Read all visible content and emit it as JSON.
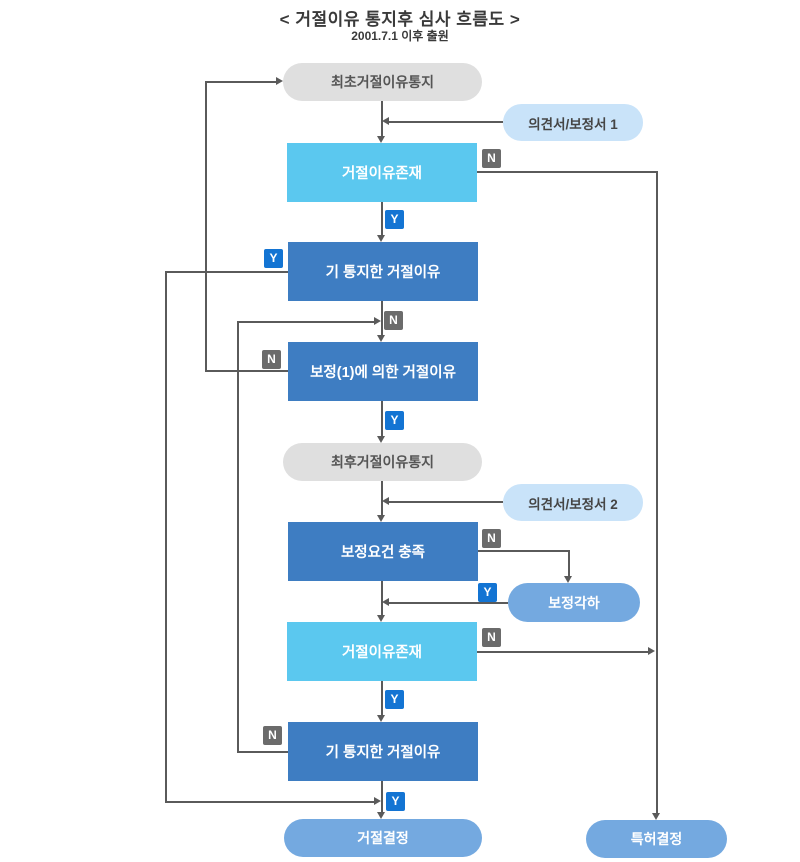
{
  "title": "< 거절이유 통지후 심사 흐름도 >",
  "subtitle": "2001.7.1 이후 출원",
  "decision_labels": {
    "yes": "Y",
    "no": "N"
  },
  "nodes": {
    "initial_notice": "최초거절이유통지",
    "opinion_amendment_1": "의견서/보정서 1",
    "rejection_reason_exists_1": "거절이유존재",
    "previously_notified_reason_1": "기 통지한 거절이유",
    "reason_by_amendment": "보정(1)에 의한 거절이유",
    "final_notice": "최후거절이유통지",
    "opinion_amendment_2": "의견서/보정서 2",
    "amendment_requirements_met": "보정요건 충족",
    "amendment_dismissal": "보정각하",
    "rejection_reason_exists_2": "거절이유존재",
    "previously_notified_reason_2": "기 통지한 거절이유",
    "rejection_decision": "거절결정",
    "patent_decision": "특허결정"
  },
  "colors": {
    "cyan_box": "#5bc8ef",
    "blue_box": "#3e7dc2",
    "blue_pill": "#74a9e0",
    "light_blue_pill": "#c9e3f9",
    "gray_pill": "#dfdfdf",
    "yes_badge": "#1374d3",
    "no_badge": "#6b6b6b",
    "connector": "#5a5a5a"
  }
}
